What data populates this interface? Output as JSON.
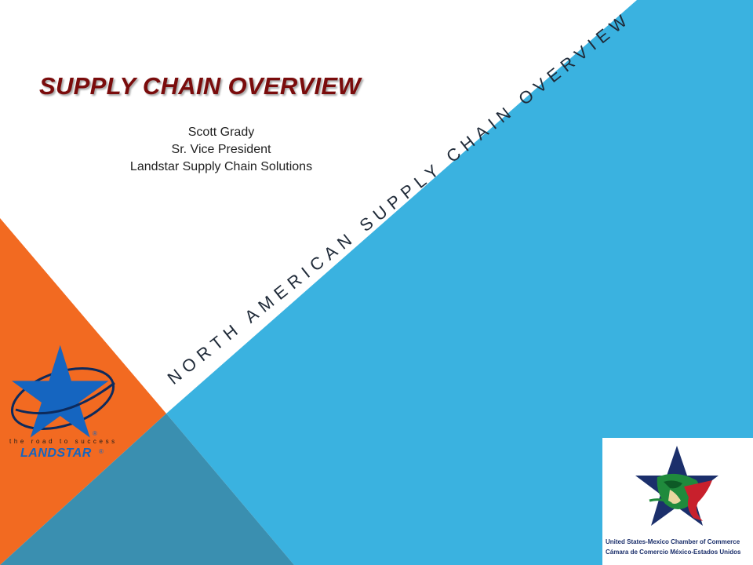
{
  "slide": {
    "title": "SUPPLY CHAIN OVERVIEW",
    "presenter": {
      "name": "Scott Grady",
      "role": "Sr. Vice President",
      "company": "Landstar Supply Chain Solutions"
    },
    "diagonal_heading": "NORTH AMERICAN SUPPLY CHAIN OVERVIEW"
  },
  "logos": {
    "landstar": {
      "tagline": "the road to success",
      "brand": "LANDSTAR",
      "registered_mark": "®"
    },
    "chamber": {
      "name_en": "United States-Mexico Chamber of Commerce",
      "name_es": "Cámara de Comercio México-Estados Unidos"
    }
  },
  "colors": {
    "blue_band": "#3ab2e0",
    "orange_band": "#f26a21",
    "teal_overlap": "#3a8fb0",
    "title_red": "#7a0c0c",
    "landstar_blue": "#1565c0"
  }
}
